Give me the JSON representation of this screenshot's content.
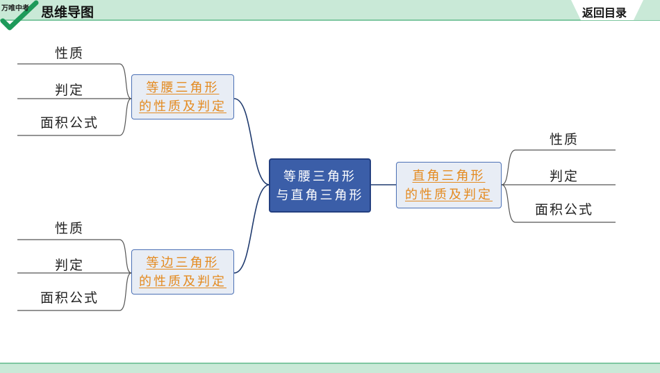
{
  "header": {
    "logo_text": "万唯中考",
    "title": "思维导图",
    "return_label": "返回目录"
  },
  "colors": {
    "header_bg": "#c9e9d7",
    "accent_green": "#7ec7a0",
    "center_bg": "#3b5ea8",
    "sub_bg": "#e8edf5",
    "link_orange": "#e48a1f",
    "line_navy": "#1f3a6e"
  },
  "mindmap": {
    "center": {
      "line1": "等腰三角形",
      "line2": "与直角三角形"
    },
    "branch_isosceles": {
      "line1": "等腰三角形",
      "line2": "的性质及判定",
      "leaves": [
        "性质",
        "判定",
        "面积公式"
      ]
    },
    "branch_equilateral": {
      "line1": "等边三角形",
      "line2": "的性质及判定",
      "leaves": [
        "性质",
        "判定",
        "面积公式"
      ]
    },
    "branch_right": {
      "line1": "直角三角形",
      "line2": "的性质及判定",
      "leaves": [
        "性质",
        "判定",
        "面积公式"
      ]
    }
  }
}
